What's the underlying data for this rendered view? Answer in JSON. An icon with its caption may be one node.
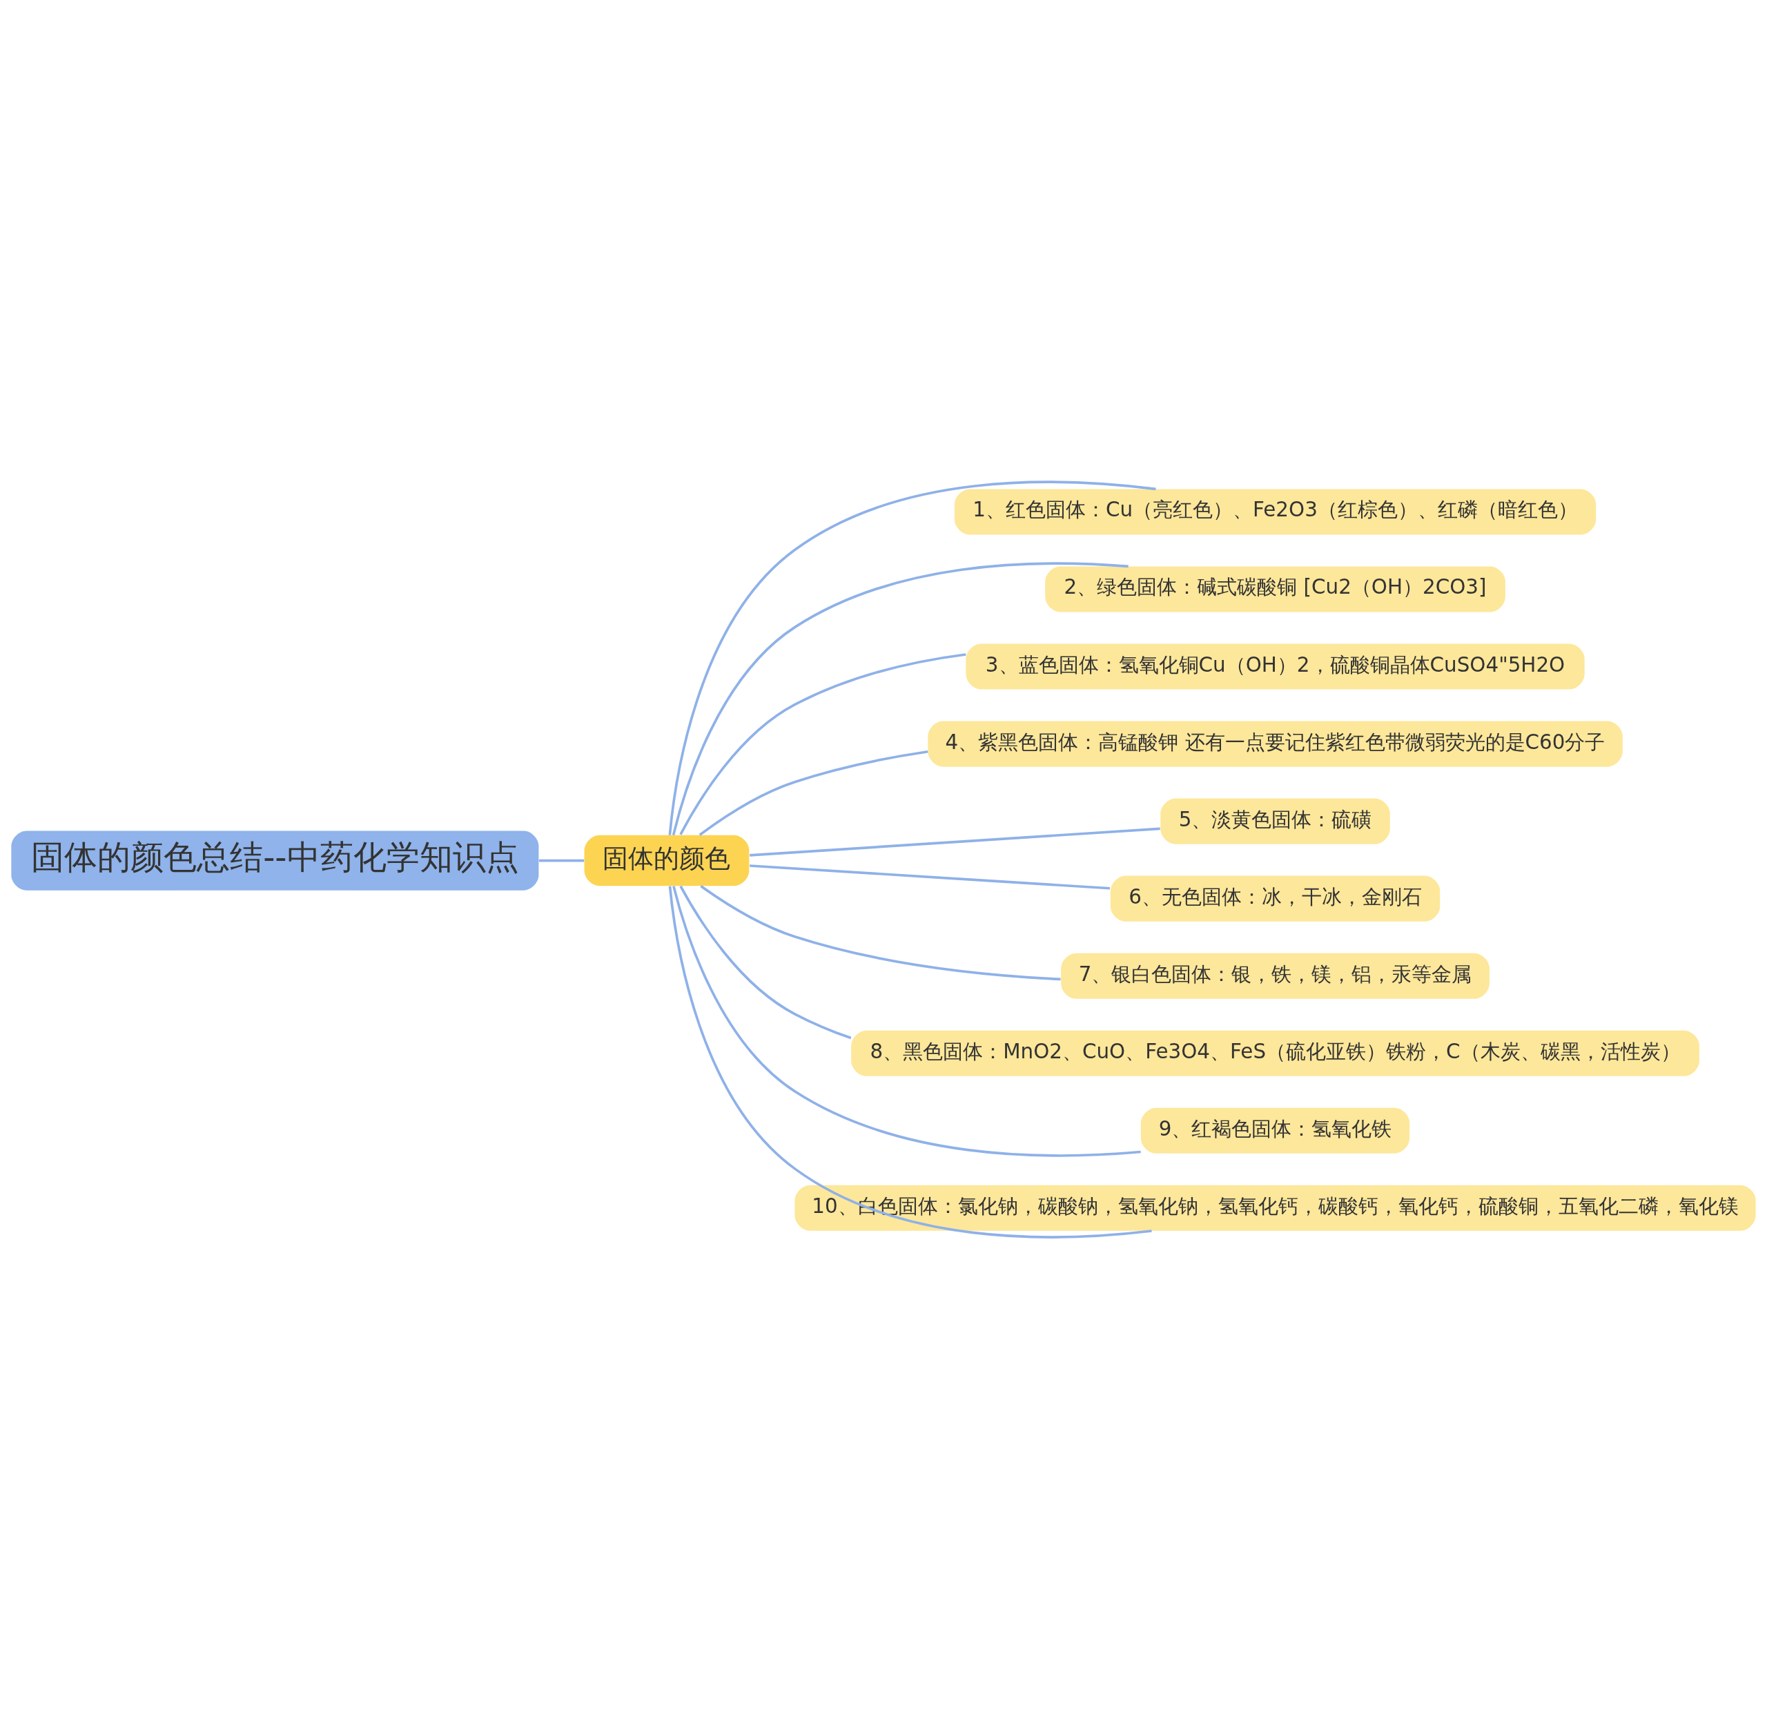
{
  "diagram": {
    "nodes": [
      {
        "text": [
          "固体的颜色总结--中药化学知识点"
        ]
      },
      {
        "text": [
          "固体的颜色"
        ]
      },
      {
        "text": [
          "1、红色固体：Cu（亮红色）、Fe2O3（红棕色）、红磷（暗红色）"
        ]
      },
      {
        "text": [
          "2、绿色固体：碱式碳酸铜 [Cu2（OH）2CO3]"
        ]
      },
      {
        "text": [
          "3、蓝色固体：氢氧化铜Cu（OH）2，硫酸铜晶体CuSO4\"5H2O"
        ]
      },
      {
        "text": [
          "4、紫黑色固体：高锰酸钾 还有一点要记住紫红色带微弱荧光的是C60分子"
        ]
      },
      {
        "text": [
          "5、淡黄色固体：硫磺"
        ]
      },
      {
        "text": [
          "6、无色固体：冰，干冰，金刚石"
        ]
      },
      {
        "text": [
          "7、银白色固体：银，铁，镁，铝，汞等金属"
        ]
      },
      {
        "text": [
          "8、黑色固体：MnO2、CuO、Fe3O4、FeS（硫化亚铁）铁粉，C（木炭、碳黑，活性炭）"
        ]
      },
      {
        "text": [
          "9、红褐色固体：氢氧化铁"
        ]
      },
      {
        "text": [
          "10、白色固体：氯化钠，碳酸钠，氢氧化钠，氢氧化钙，碳酸钙，氧化钙，硫酸铜，五氧化二磷，氧化镁"
        ]
      }
    ],
    "edges": [
      {
        "from": 0,
        "to": 1,
        "arrow": "none"
      },
      {
        "from": 1,
        "to": 2,
        "arrow": "none"
      },
      {
        "from": 1,
        "to": 3,
        "arrow": "none"
      },
      {
        "from": 1,
        "to": 4,
        "arrow": "none"
      },
      {
        "from": 1,
        "to": 5,
        "arrow": "none"
      },
      {
        "from": 1,
        "to": 6,
        "arrow": "none"
      },
      {
        "from": 1,
        "to": 7,
        "arrow": "none"
      },
      {
        "from": 1,
        "to": 8,
        "arrow": "none"
      },
      {
        "from": 1,
        "to": 9,
        "arrow": "none"
      },
      {
        "from": 1,
        "to": 10,
        "arrow": "none"
      },
      {
        "from": 1,
        "to": 11,
        "arrow": "none"
      }
    ]
  }
}
